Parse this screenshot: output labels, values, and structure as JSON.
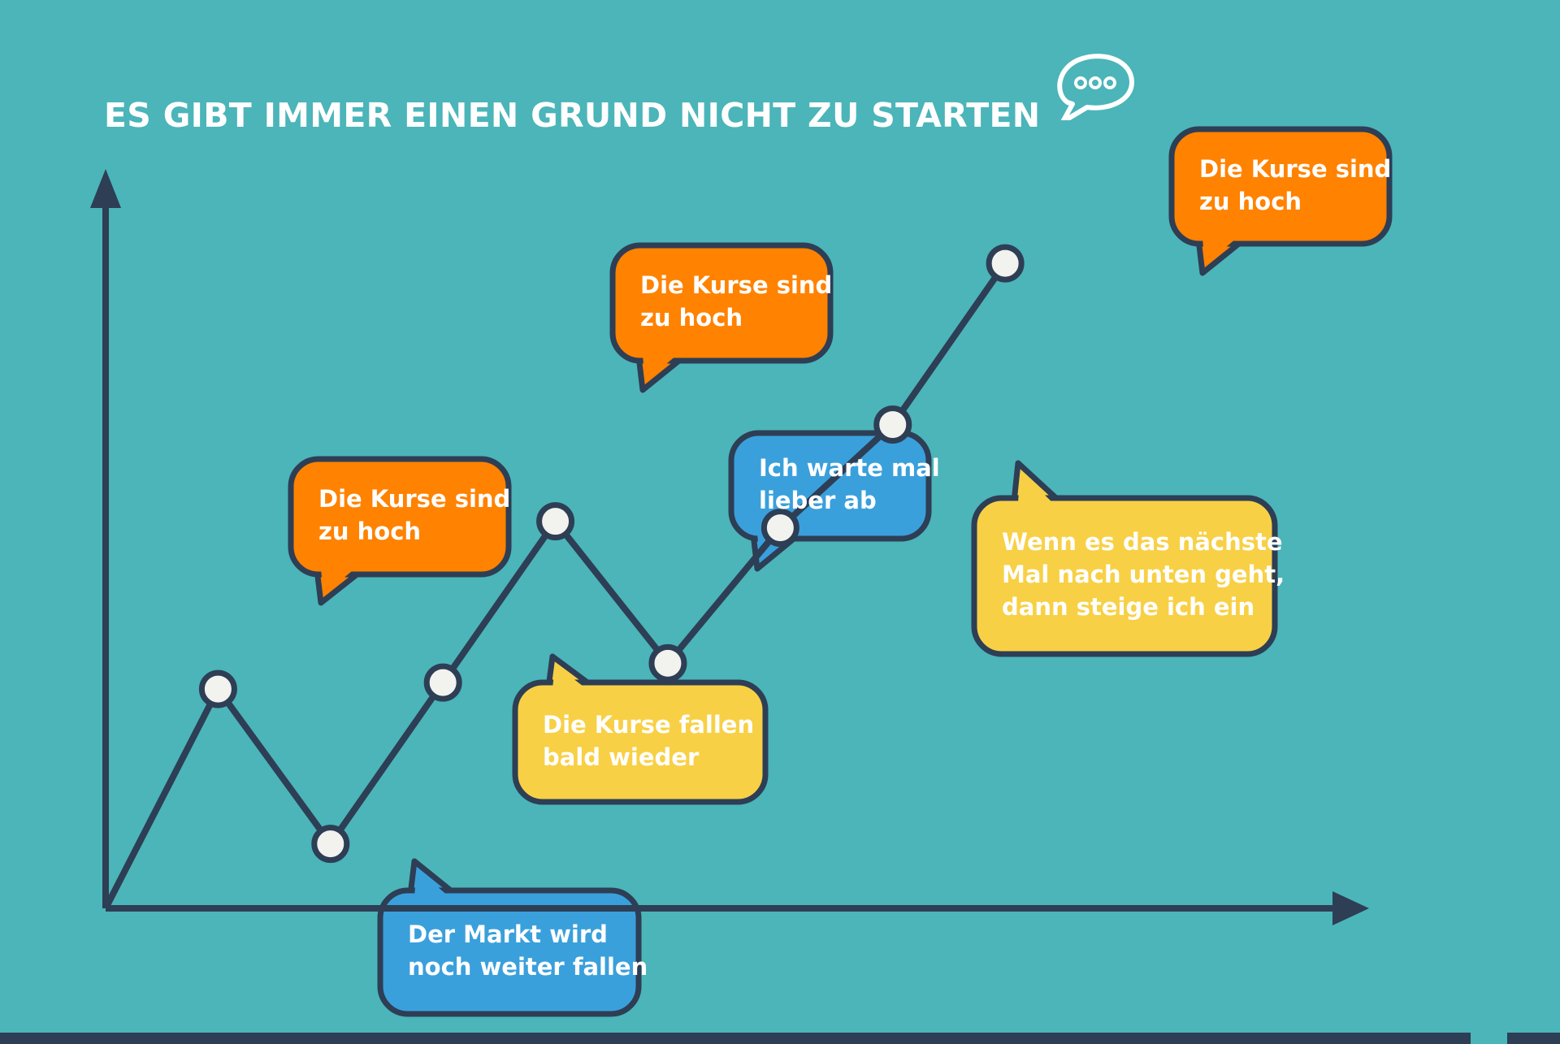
{
  "title": "ES GIBT IMMER EINEN GRUND NICHT ZU STARTEN",
  "colors": {
    "background": "#4bb5b9",
    "line": "#2d3e55",
    "point_fill": "#f2f2ee",
    "orange": "#ff8200",
    "blue": "#3aa0db",
    "yellow": "#f8d045",
    "bottom_bar": "#2d3e55"
  },
  "icons": {
    "title_icon": "speech-bubble-ellipsis-icon"
  },
  "chart_data": {
    "type": "line",
    "title": "ES GIBT IMMER EINEN GRUND NICHT ZU STARTEN",
    "xlabel": "",
    "ylabel": "",
    "axes": {
      "x_arrow": true,
      "y_arrow": true,
      "ticks": false,
      "grid": false
    },
    "x": [
      0,
      1,
      2,
      3,
      4,
      5,
      6,
      7,
      8
    ],
    "values": [
      0,
      3.4,
      1.0,
      3.5,
      6.0,
      3.8,
      5.9,
      7.5,
      10
    ],
    "xlim": [
      0,
      11.2
    ],
    "ylim": [
      0,
      11.5
    ],
    "annotations": [
      {
        "point": 1,
        "color": "orange",
        "text": "Die Kurse sind\nzu hoch"
      },
      {
        "point": 2,
        "color": "blue",
        "text": "Der Markt wird\nnoch weiter fallen"
      },
      {
        "point": 3,
        "color": "yellow",
        "text": "Die Kurse fallen\nbald wieder"
      },
      {
        "point": 4,
        "color": "orange",
        "text": "Die Kurse sind\nzu hoch"
      },
      {
        "point": 5,
        "color": "blue",
        "text": "Ich warte mal\nlieber ab"
      },
      {
        "point": 7,
        "color": "yellow",
        "text": "Wenn es das nächste\nMal nach unten geht,\ndann steige ich ein"
      },
      {
        "point": 8,
        "color": "orange",
        "text": "Die Kurse sind\nzu hoch"
      }
    ]
  }
}
